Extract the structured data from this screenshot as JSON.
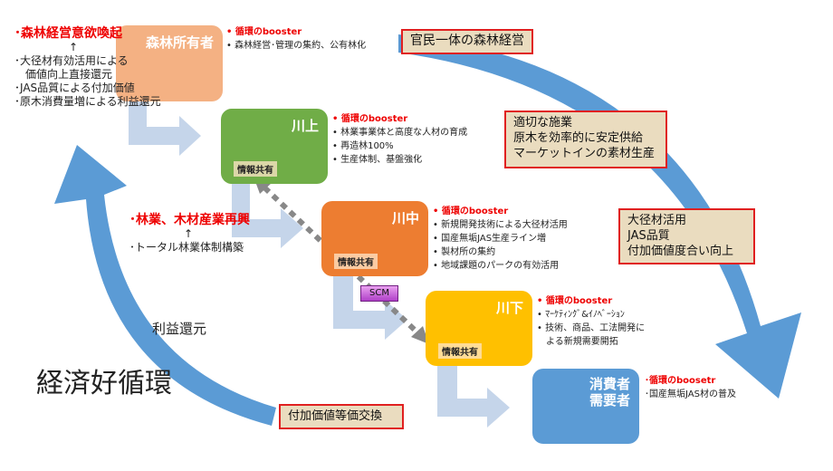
{
  "colors": {
    "owner": "#f4b183",
    "upstream": "#70ad47",
    "midstream": "#ed7d31",
    "downstream": "#ffc000",
    "consumer": "#5b9bd5",
    "cycle_arrow": "#5b9bd5",
    "flow_arrow": "#c5d5ea"
  },
  "boxes": {
    "owner": {
      "label": "森林所有者"
    },
    "upstream": {
      "label": "川上",
      "share": "情報共有"
    },
    "midstream": {
      "label": "川中",
      "share": "情報共有"
    },
    "downstream": {
      "label": "川下",
      "share": "情報共有"
    },
    "consumer": {
      "label1": "消費者",
      "label2": "需要者"
    }
  },
  "notes": {
    "owner": {
      "booster": "• 循環のbooster",
      "items": [
        "• 森林経営･管理の集約、公有林化"
      ]
    },
    "upstream": {
      "booster": "• 循環のbooster",
      "items": [
        "• 林業事業体と高度な人材の育成",
        "• 再造林100%",
        "• 生産体制、基盤強化"
      ]
    },
    "midstream": {
      "booster": "• 循環のbooster",
      "items": [
        "• 新規開発技術による大径材活用",
        "• 国産無垢JAS生産ライン増",
        "• 製材所の集約",
        "• 地域課題のパークの有効活用"
      ]
    },
    "downstream": {
      "booster": "• 循環のbooster",
      "items": [
        "• ﾏｰｹﾃｨﾝｸﾞ&ｲﾉﾍﾞｰｼｮﾝ",
        "• 技術、商品、工法開発に",
        "　よる新規需要開拓"
      ]
    },
    "consumer": {
      "booster": "･循環のboosetr",
      "items": [
        "･国産無垢JAS材の普及"
      ]
    }
  },
  "left": {
    "top_heading": "森林経営意欲喚起",
    "top_arrow": "↑",
    "top_items": [
      "･大径材有効活用による",
      "　価値向上直接還元",
      "･JAS品質による付加価値",
      "･原木消費量増による利益還元"
    ],
    "mid_heading": "林業、木材産業再興",
    "mid_arrow": "↑",
    "mid_items": [
      "･トータル林業体制構築"
    ]
  },
  "callouts": {
    "public_private": "官民一体の森林経営",
    "supply": [
      "適切な施業",
      "原木を効率的に安定供給",
      "マーケットインの素材生産"
    ],
    "value": [
      "大径材活用",
      "JAS品質",
      "付加価値度合い向上"
    ],
    "exchange": "付加価値等価交換"
  },
  "profit_return": "利益還元",
  "cycle_title": "経済好循環",
  "scm": "SCM"
}
